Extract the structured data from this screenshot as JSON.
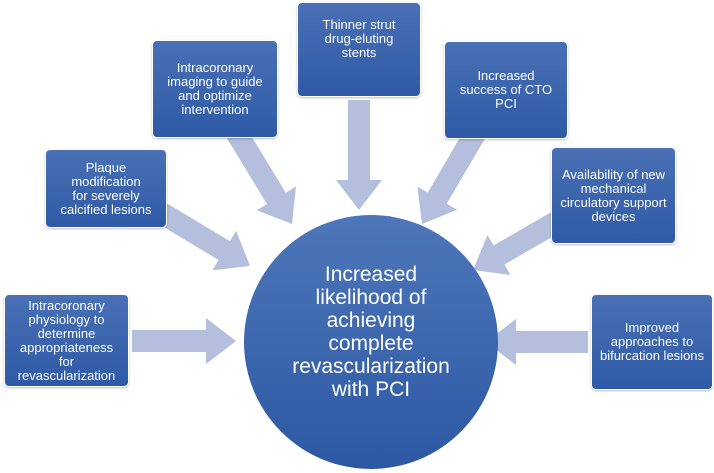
{
  "colors": {
    "box_top": "#4a70b5",
    "box_bottom": "#2e5aa6",
    "box_border": "#ffffff",
    "arrow": "#b3bfdc",
    "center_top": "#4e77ba",
    "center_bottom": "#2c58a3"
  },
  "center": {
    "label": "Increased\nlikelihood of\nachieving\ncomplete\nrevascularization\nwith PCI"
  },
  "boxes": [
    {
      "id": "physiology",
      "label": "Intracoronary\nphysiology to\ndetermine\nappropriateness\nfor\nrevascularization"
    },
    {
      "id": "plaque",
      "label": "Plaque modification\nfor severely\ncalcified lesions"
    },
    {
      "id": "imaging",
      "label": "Intracoronary\nimaging to guide\nand optimize\nintervention"
    },
    {
      "id": "stents",
      "label": "Thinner strut\ndrug-eluting\nstents"
    },
    {
      "id": "cto",
      "label": "Increased\nsuccess of CTO\nPCI"
    },
    {
      "id": "mcs",
      "label": "Availability of new\nmechanical\ncirculatory support\ndevices"
    },
    {
      "id": "bifurcation",
      "label": "Improved\napproaches to\nbifurcation lesions"
    }
  ]
}
